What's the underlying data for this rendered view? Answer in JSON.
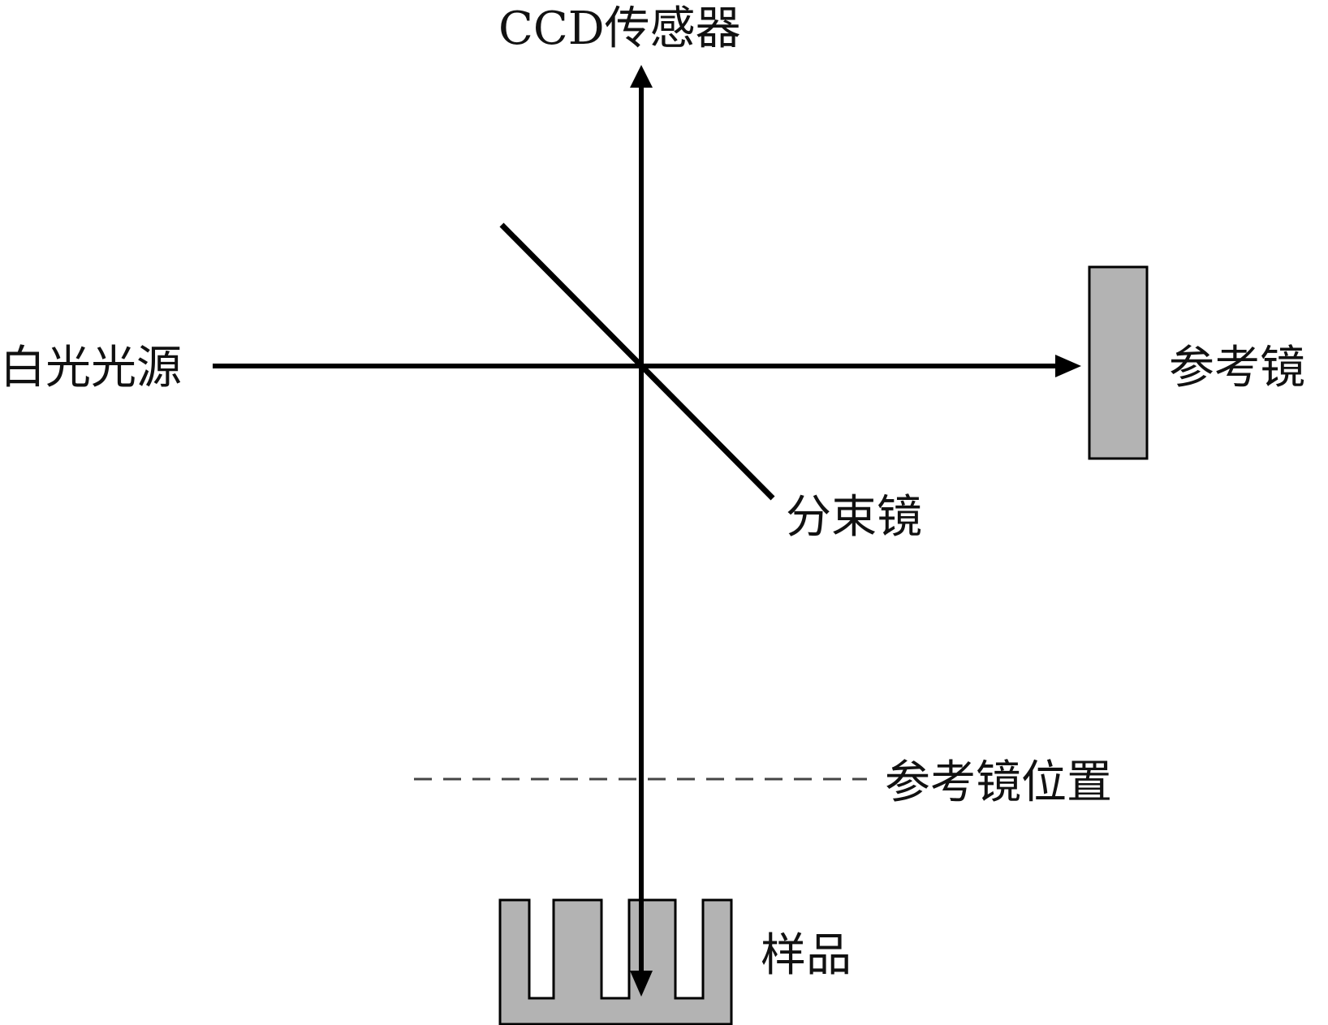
{
  "labels": {
    "ccd_sensor": "CCD传感器",
    "white_light_source": "白光光源",
    "reference_mirror": "参考镜",
    "beam_splitter": "分束镜",
    "reference_mirror_position": "参考镜位置",
    "sample": "样品"
  },
  "colors": {
    "line": "#000000",
    "component_fill": "#b3b3b3",
    "dashed_line": "#444444",
    "background": "#ffffff"
  }
}
